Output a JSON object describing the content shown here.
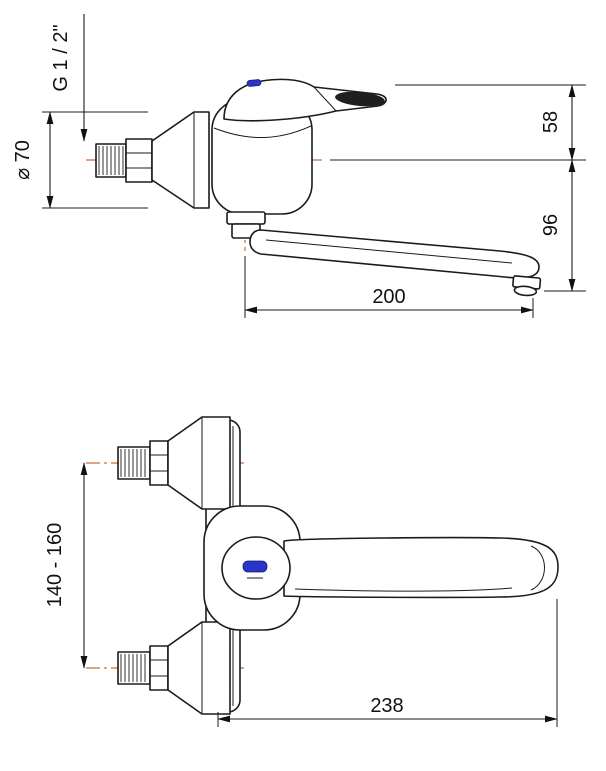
{
  "colors": {
    "line": "#1b1b1b",
    "centerline": "#c4703f",
    "accent_blue": "#2a35c8",
    "handle_shade": "#1f1f1f",
    "background": "#ffffff"
  },
  "top_view": {
    "thread_size_label": "G 1 / 2\"",
    "flange_diameter_label": "⌀ 70",
    "height_above_axis_label": "58",
    "spout_drop_label": "96",
    "spout_reach_label": "200"
  },
  "bottom_view": {
    "mounting_distance_label": "140 - 160",
    "overall_length_label": "238"
  }
}
